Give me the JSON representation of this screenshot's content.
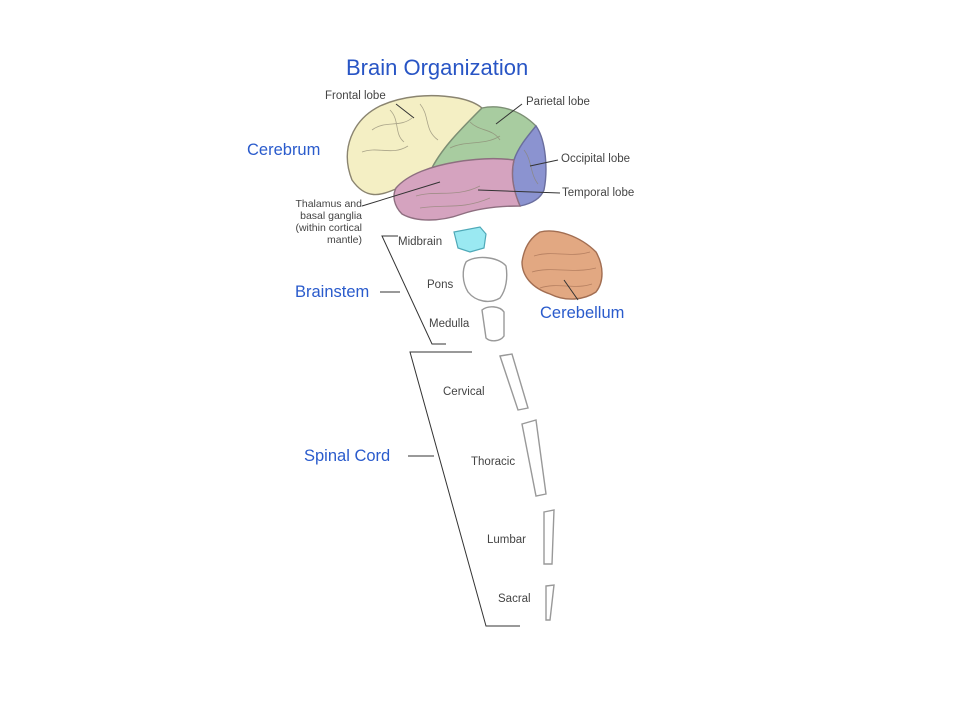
{
  "title": "Brain Organization",
  "colors": {
    "title": "#2855c5",
    "frontal": "#f4efc4",
    "parietal": "#a8cca0",
    "occipital": "#8b93d0",
    "temporal": "#d5a3bf",
    "midbrain": "#9ae9f2",
    "cerebellum": "#e2a882"
  },
  "regions": {
    "cerebrum": "Cerebrum",
    "brainstem": "Brainstem",
    "cerebellum": "Cerebellum",
    "spinal_cord": "Spinal Cord"
  },
  "parts": {
    "frontal": "Frontal lobe",
    "parietal": "Parietal lobe",
    "occipital": "Occipital lobe",
    "temporal": "Temporal lobe",
    "thalamus": "Thalamus and basal ganglia (within cortical mantle)",
    "midbrain": "Midbrain",
    "pons": "Pons",
    "medulla": "Medulla",
    "cervical": "Cervical",
    "thoracic": "Thoracic",
    "lumbar": "Lumbar",
    "sacral": "Sacral"
  }
}
